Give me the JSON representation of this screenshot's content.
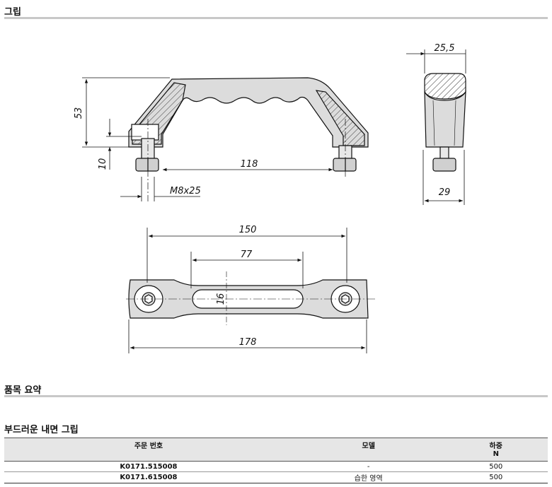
{
  "sections": {
    "drawing_title": "그립",
    "summary_title": "품목 요약",
    "product_title": "부드러운 내면 그립"
  },
  "dimensions": {
    "height": "53",
    "thread_len": "10",
    "inner_width": "118",
    "thread": "M8x25",
    "depth_top": "25,5",
    "depth_bottom": "29",
    "hole_spacing": "150",
    "slot_len": "77",
    "slot_width": "16",
    "overall_len": "178"
  },
  "table": {
    "headers": {
      "order": "주문 번호",
      "model": "모델",
      "load": "하중",
      "load_unit": "N"
    },
    "rows": [
      {
        "order": "K0171.515008",
        "model": "-",
        "load": "500"
      },
      {
        "order": "K0171.615008",
        "model": "습한 영역",
        "load": "500"
      }
    ]
  },
  "colors": {
    "rule": "#c8c8c8",
    "header_bg": "#e6e6e6",
    "part_fill": "#dcdcdc"
  }
}
